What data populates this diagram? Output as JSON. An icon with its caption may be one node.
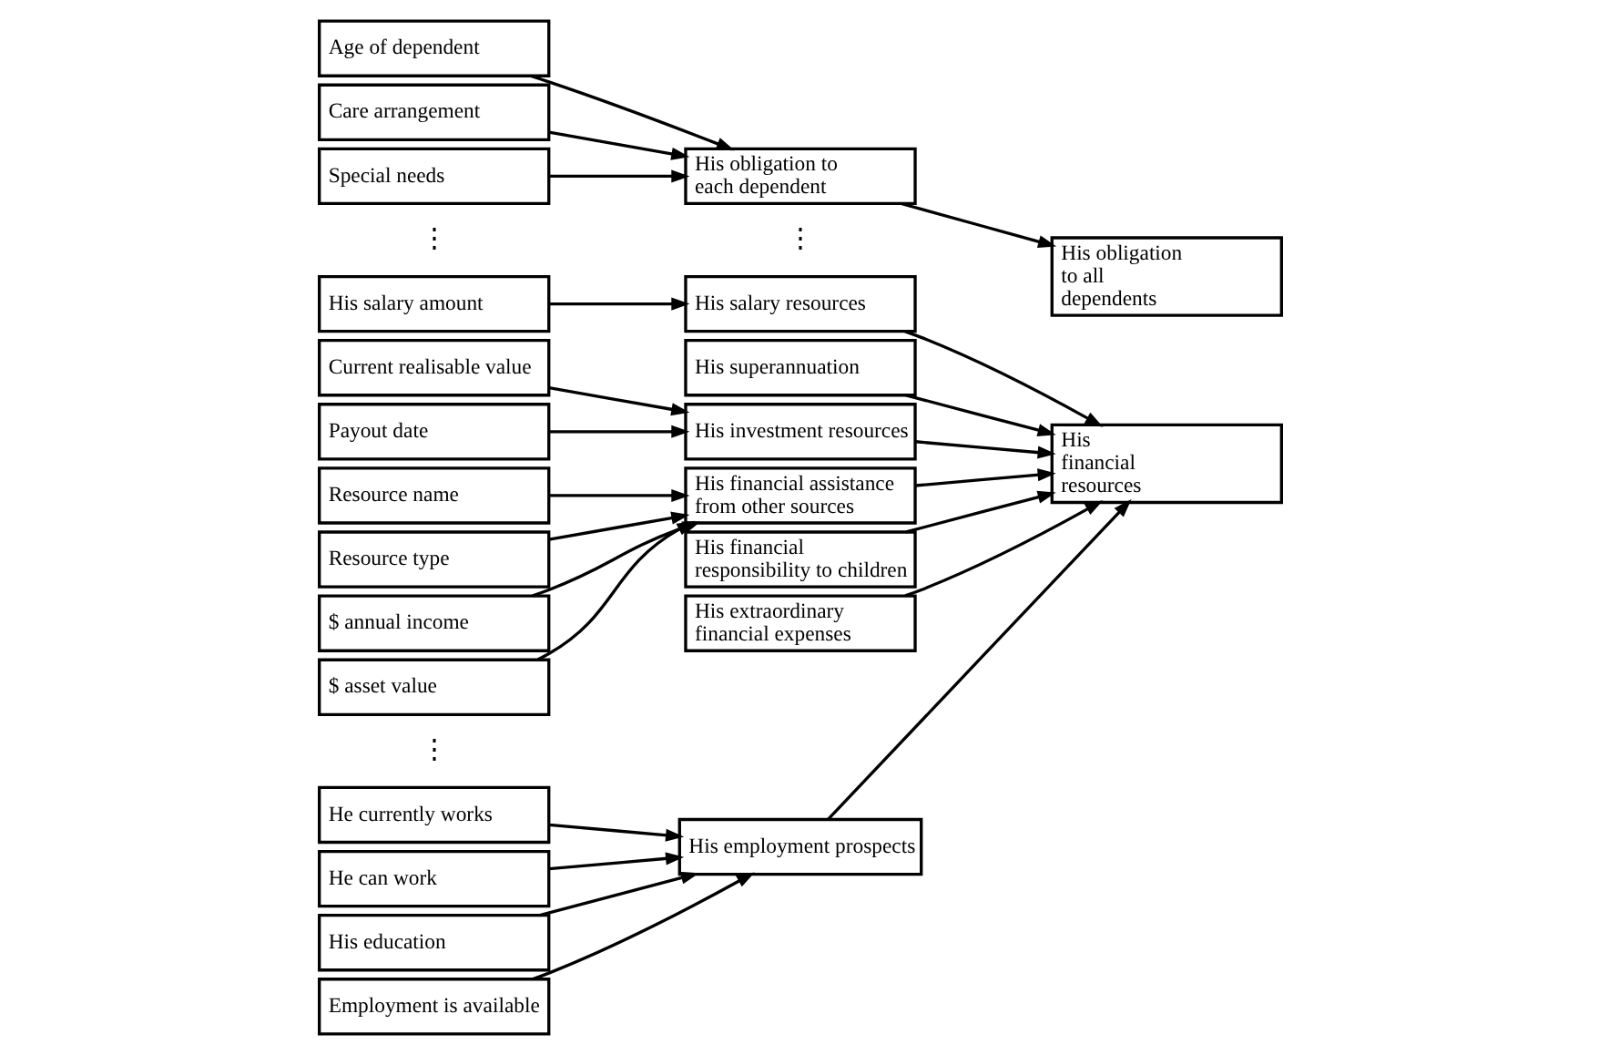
{
  "diagram": {
    "nodes": [
      {
        "text": [
          "Age of dependent"
        ]
      },
      {
        "text": [
          "Care arrangement"
        ]
      },
      {
        "text": [
          "Special needs"
        ]
      },
      {
        "text": [
          "His obligation to each dependent"
        ]
      },
      {
        "text": [
          "His obligation to all dependents"
        ]
      },
      {
        "text": [
          "His salary amount"
        ]
      },
      {
        "text": [
          "Current realisable value"
        ]
      },
      {
        "text": [
          "Payout date"
        ]
      },
      {
        "text": [
          "Resource name"
        ]
      },
      {
        "text": [
          "Resource type"
        ]
      },
      {
        "text": [
          "$ annual income"
        ]
      },
      {
        "text": [
          "$ asset value"
        ]
      },
      {
        "text": [
          "He currently works"
        ]
      },
      {
        "text": [
          "He can work"
        ]
      },
      {
        "text": [
          "His education"
        ]
      },
      {
        "text": [
          "Employment is available"
        ]
      },
      {
        "text": [
          "His salary resources"
        ]
      },
      {
        "text": [
          "His superannuation"
        ]
      },
      {
        "text": [
          "His investment resources"
        ]
      },
      {
        "text": [
          "His financial assistance from other sources"
        ]
      },
      {
        "text": [
          "His financial responsibility to children"
        ]
      },
      {
        "text": [
          "His extraordinary financial expenses"
        ]
      },
      {
        "text": [
          "His employment prospects"
        ]
      },
      {
        "text": [
          "His financial resources"
        ]
      }
    ],
    "edges": [
      {
        "from": 0,
        "to": 3,
        "arrow": "to"
      },
      {
        "from": 1,
        "to": 3,
        "arrow": "to"
      },
      {
        "from": 2,
        "to": 3,
        "arrow": "to"
      },
      {
        "from": 3,
        "to": 4,
        "arrow": "to"
      },
      {
        "from": 5,
        "to": 16,
        "arrow": "to"
      },
      {
        "from": 6,
        "to": 18,
        "arrow": "to"
      },
      {
        "from": 7,
        "to": 18,
        "arrow": "to"
      },
      {
        "from": 8,
        "to": 19,
        "arrow": "to"
      },
      {
        "from": 9,
        "to": 19,
        "arrow": "to"
      },
      {
        "from": 10,
        "to": 19,
        "arrow": "to"
      },
      {
        "from": 11,
        "to": 19,
        "arrow": "to"
      },
      {
        "from": 12,
        "to": 22,
        "arrow": "to"
      },
      {
        "from": 13,
        "to": 22,
        "arrow": "to"
      },
      {
        "from": 14,
        "to": 22,
        "arrow": "to"
      },
      {
        "from": 15,
        "to": 22,
        "arrow": "to"
      },
      {
        "from": 16,
        "to": 23,
        "arrow": "to"
      },
      {
        "from": 17,
        "to": 23,
        "arrow": "to"
      },
      {
        "from": 18,
        "to": 23,
        "arrow": "to"
      },
      {
        "from": 19,
        "to": 23,
        "arrow": "to"
      },
      {
        "from": 20,
        "to": 23,
        "arrow": "to"
      },
      {
        "from": 21,
        "to": 23,
        "arrow": "to"
      },
      {
        "from": 22,
        "to": 23,
        "arrow": "to"
      }
    ],
    "labels": [
      "⋮",
      "⋮",
      "⋮"
    ]
  }
}
